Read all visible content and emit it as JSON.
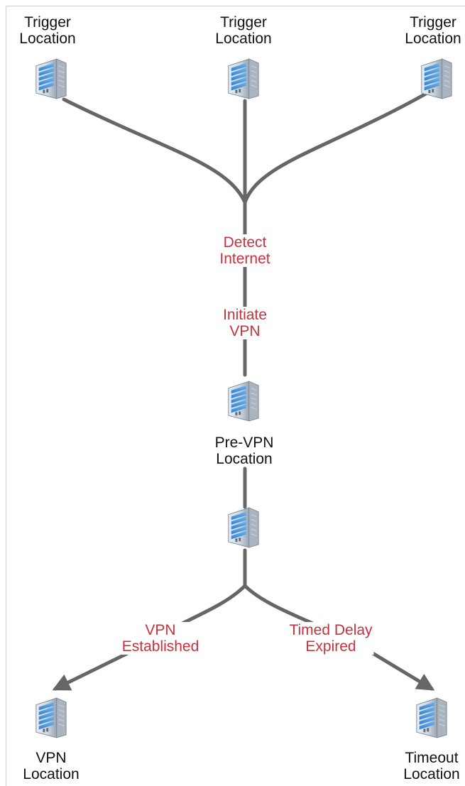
{
  "nodes": {
    "trigger_left": {
      "line1": "Trigger",
      "line2": "Location"
    },
    "trigger_center": {
      "line1": "Trigger",
      "line2": "Location"
    },
    "trigger_right": {
      "line1": "Trigger",
      "line2": "Location"
    },
    "pre_vpn": {
      "line1": "Pre-VPN",
      "line2": "Location"
    },
    "vpn": {
      "line1": "VPN",
      "line2": "Location"
    },
    "timeout": {
      "line1": "Timeout",
      "line2": "Location"
    }
  },
  "edges": {
    "detect_internet": {
      "line1": "Detect",
      "line2": "Internet"
    },
    "initiate_vpn": {
      "line1": "Initiate",
      "line2": "VPN"
    },
    "vpn_established": {
      "line1": "VPN",
      "line2": "Established"
    },
    "timed_delay_expired": {
      "line1": "Timed Delay",
      "line2": "Expired"
    }
  },
  "colors": {
    "edge_label": "#c8323c",
    "connector": "#666666",
    "server_blue": "#3b8fd8"
  },
  "icons": {
    "node": "server-building-icon"
  }
}
